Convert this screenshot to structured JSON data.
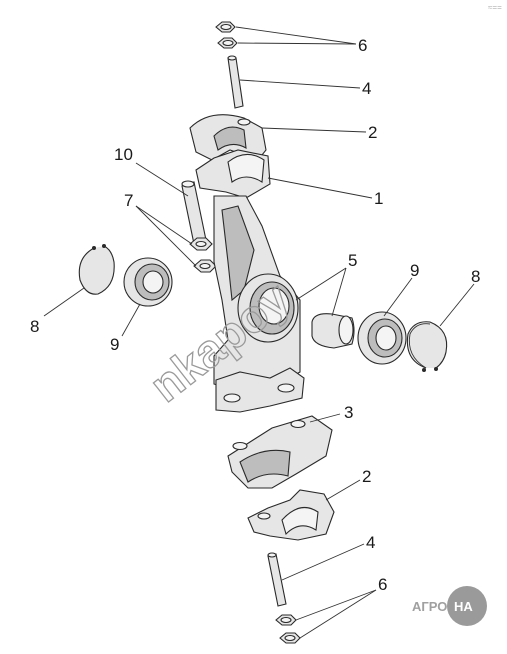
{
  "diagram": {
    "callouts": [
      {
        "id": "c6-top",
        "label": "6"
      },
      {
        "id": "c4-top",
        "label": "4"
      },
      {
        "id": "c2-top",
        "label": "2"
      },
      {
        "id": "c10",
        "label": "10"
      },
      {
        "id": "c1",
        "label": "1"
      },
      {
        "id": "c7",
        "label": "7"
      },
      {
        "id": "c5",
        "label": "5"
      },
      {
        "id": "c9-right",
        "label": "9"
      },
      {
        "id": "c8-right",
        "label": "8"
      },
      {
        "id": "c8-left",
        "label": "8"
      },
      {
        "id": "c9-left",
        "label": "9"
      },
      {
        "id": "c3",
        "label": "3"
      },
      {
        "id": "c2-bottom",
        "label": "2"
      },
      {
        "id": "c4-bottom",
        "label": "4"
      },
      {
        "id": "c6-bottom",
        "label": "6"
      }
    ],
    "watermark": "nkapoy",
    "logo": {
      "left": "АГРО",
      "right": "НА"
    },
    "corner_mark": "≈=="
  }
}
